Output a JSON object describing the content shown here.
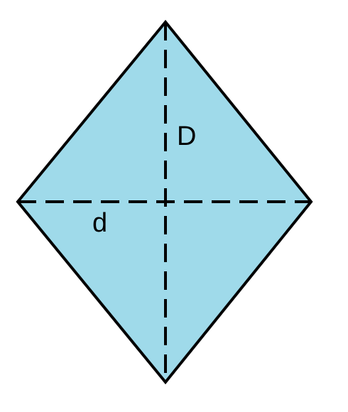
{
  "figure": {
    "shape": "rhombus",
    "colors": {
      "fill": "#9fdaea",
      "stroke": "#000000",
      "background": "#ffffff"
    },
    "diagonals": {
      "long": {
        "label": "D",
        "style": "dashed"
      },
      "short": {
        "label": "d",
        "style": "dashed"
      }
    }
  }
}
